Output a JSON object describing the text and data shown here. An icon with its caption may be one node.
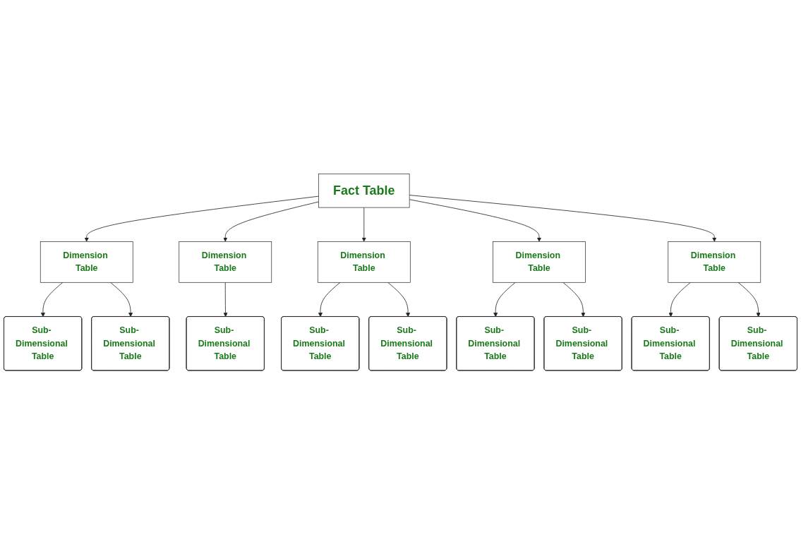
{
  "diagram": {
    "nodes": [
      {
        "text": [
          "Fact Table"
        ]
      },
      {
        "text": [
          "Dimension Table"
        ]
      },
      {
        "text": [
          "Sub- Dimensional Table"
        ]
      },
      {
        "text": [
          "Sub- Dimensional Table"
        ]
      },
      {
        "text": [
          "Dimension Table"
        ]
      },
      {
        "text": [
          "Sub- Dimensional Table"
        ]
      },
      {
        "text": [
          "Dimension Table"
        ]
      },
      {
        "text": [
          "Sub- Dimensional Table"
        ]
      },
      {
        "text": [
          "Sub- Dimensional Table"
        ]
      },
      {
        "text": [
          "Dimension Table"
        ]
      },
      {
        "text": [
          "Sub- Dimensional Table"
        ]
      },
      {
        "text": [
          "Sub- Dimensional Table"
        ]
      },
      {
        "text": [
          "Dimension Table"
        ]
      },
      {
        "text": [
          "Sub- Dimensional Table"
        ]
      },
      {
        "text": [
          "Sub- Dimensional Table"
        ]
      }
    ],
    "edges": [
      {
        "from": 0,
        "to": 1,
        "arrow": "to"
      },
      {
        "from": 1,
        "to": 2,
        "arrow": "to"
      },
      {
        "from": 1,
        "to": 3,
        "arrow": "to"
      },
      {
        "from": 0,
        "to": 4,
        "arrow": "to"
      },
      {
        "from": 4,
        "to": 5,
        "arrow": "to"
      },
      {
        "from": 0,
        "to": 6,
        "arrow": "to"
      },
      {
        "from": 6,
        "to": 7,
        "arrow": "to"
      },
      {
        "from": 6,
        "to": 8,
        "arrow": "to"
      },
      {
        "from": 0,
        "to": 9,
        "arrow": "to"
      },
      {
        "from": 9,
        "to": 10,
        "arrow": "to"
      },
      {
        "from": 9,
        "to": 11,
        "arrow": "to"
      },
      {
        "from": 0,
        "to": 12,
        "arrow": "to"
      },
      {
        "from": 12,
        "to": 13,
        "arrow": "to"
      },
      {
        "from": 12,
        "to": 14,
        "arrow": "to"
      }
    ]
  }
}
